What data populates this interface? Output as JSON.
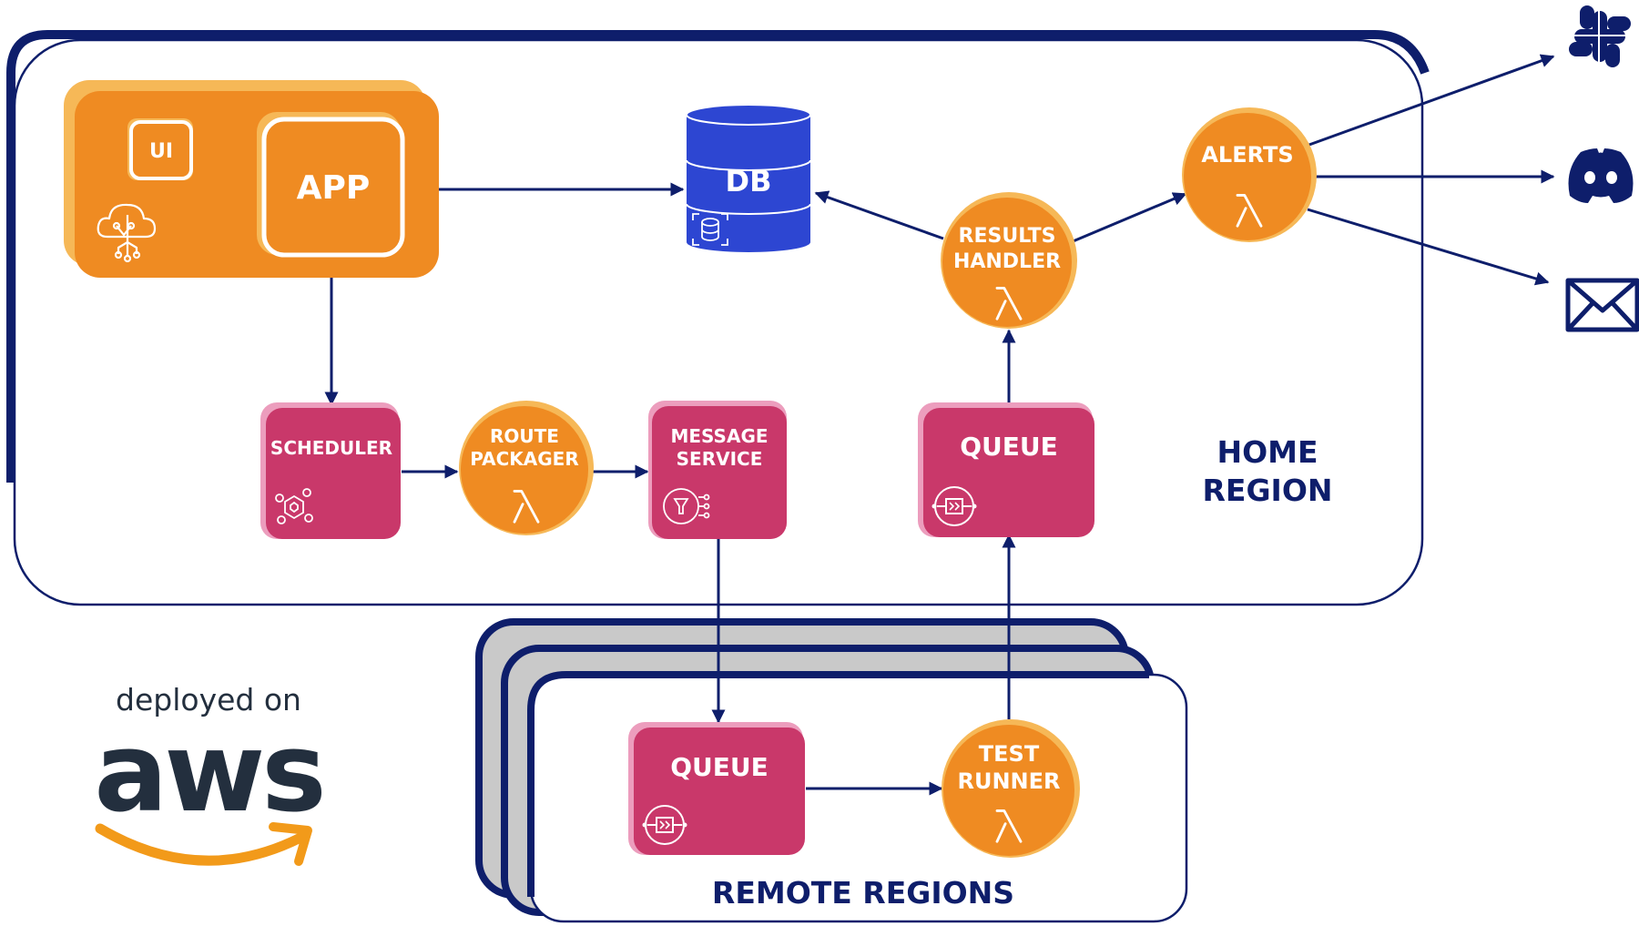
{
  "colors": {
    "navy": "#0e1e6b",
    "orange": "#ef8b22",
    "orange_light": "#f6b857",
    "magenta": "#c9386a",
    "pink_light": "#ec9dbd",
    "db_blue": "#2d46d2",
    "gray": "#c9c9c9",
    "aws_ink": "#232f3e",
    "aws_smile": "#f29a1a"
  },
  "regions": {
    "home": {
      "line1": "HOME",
      "line2": "REGION"
    },
    "remote": {
      "label": "REMOTE REGIONS"
    }
  },
  "nodes": {
    "ui": {
      "label": "UI"
    },
    "app": {
      "label": "APP"
    },
    "db": {
      "label": "DB"
    },
    "results_handler": {
      "line1": "RESULTS",
      "line2": "HANDLER"
    },
    "alerts": {
      "label": "ALERTS"
    },
    "scheduler": {
      "label": "SCHEDULER"
    },
    "route_packager": {
      "line1": "ROUTE",
      "line2": "PACKAGER"
    },
    "message_service": {
      "line1": "MESSAGE",
      "line2": "SERVICE"
    },
    "home_queue": {
      "label": "QUEUE"
    },
    "remote_queue": {
      "label": "QUEUE"
    },
    "test_runner": {
      "line1": "TEST",
      "line2": "RUNNER"
    }
  },
  "icons": {
    "app_host": "cloud-network-icon",
    "db": "database-icon",
    "lambda": "lambda-icon",
    "scheduler": "event-bridge-icon",
    "message_service": "notification-service-icon",
    "queue": "queue-icon",
    "slack": "slack-icon",
    "discord": "discord-icon",
    "email": "email-icon"
  },
  "branding": {
    "deployed_on": "deployed on",
    "aws": "aws"
  }
}
